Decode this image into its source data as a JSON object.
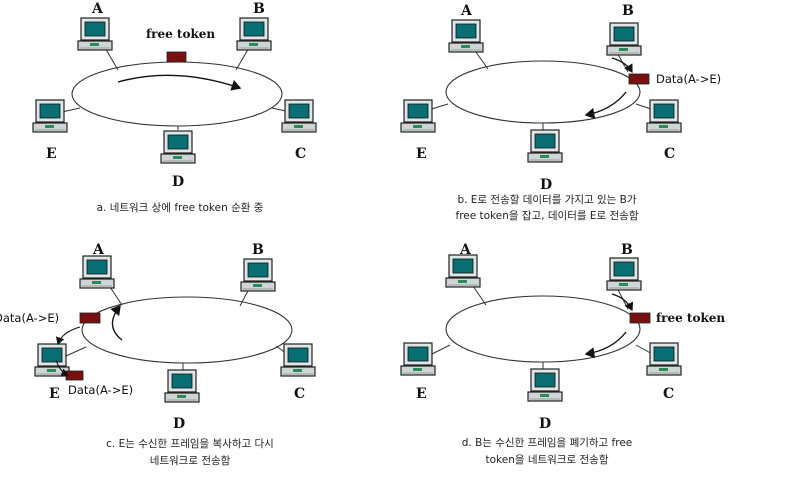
{
  "colors": {
    "token": "#7a0f10",
    "ring": "#333333",
    "monitor_frame": "#dfe6e6",
    "screen": "#0a6f74",
    "base": "#cfd5d5"
  },
  "icons": {
    "computer": "computer-icon",
    "token": "token-block",
    "arrow": "arrow-icon"
  },
  "panels": [
    {
      "node_labels": {
        "A": "A",
        "B": "B",
        "C": "C",
        "D": "D",
        "E": "E"
      },
      "token_text": "free token",
      "caption": [
        "a. 네트워크 상에 free token 순환 중"
      ]
    },
    {
      "node_labels": {
        "A": "A",
        "B": "B",
        "C": "C",
        "D": "D",
        "E": "E"
      },
      "token_text": "Data(A->E)",
      "caption": [
        "b. E로 전송할 데이터를 가지고 있는 B가",
        "free token을 잡고, 데이터를 E로 전송함"
      ]
    },
    {
      "node_labels": {
        "A": "A",
        "B": "B",
        "C": "C",
        "D": "D",
        "E": "E"
      },
      "token_text": "Data(A->E)",
      "token_text_2": "Data(A->E)",
      "caption": [
        "c. E는 수신한 프레임을 복사하고 다시",
        "네트워크로 전송함"
      ]
    },
    {
      "node_labels": {
        "A": "A",
        "B": "B",
        "C": "C",
        "D": "D",
        "E": "E"
      },
      "token_text": "free token",
      "caption": [
        "d. B는 수신한 프레임을 폐기하고 free",
        "token을 네트워크로 전송함"
      ]
    }
  ]
}
